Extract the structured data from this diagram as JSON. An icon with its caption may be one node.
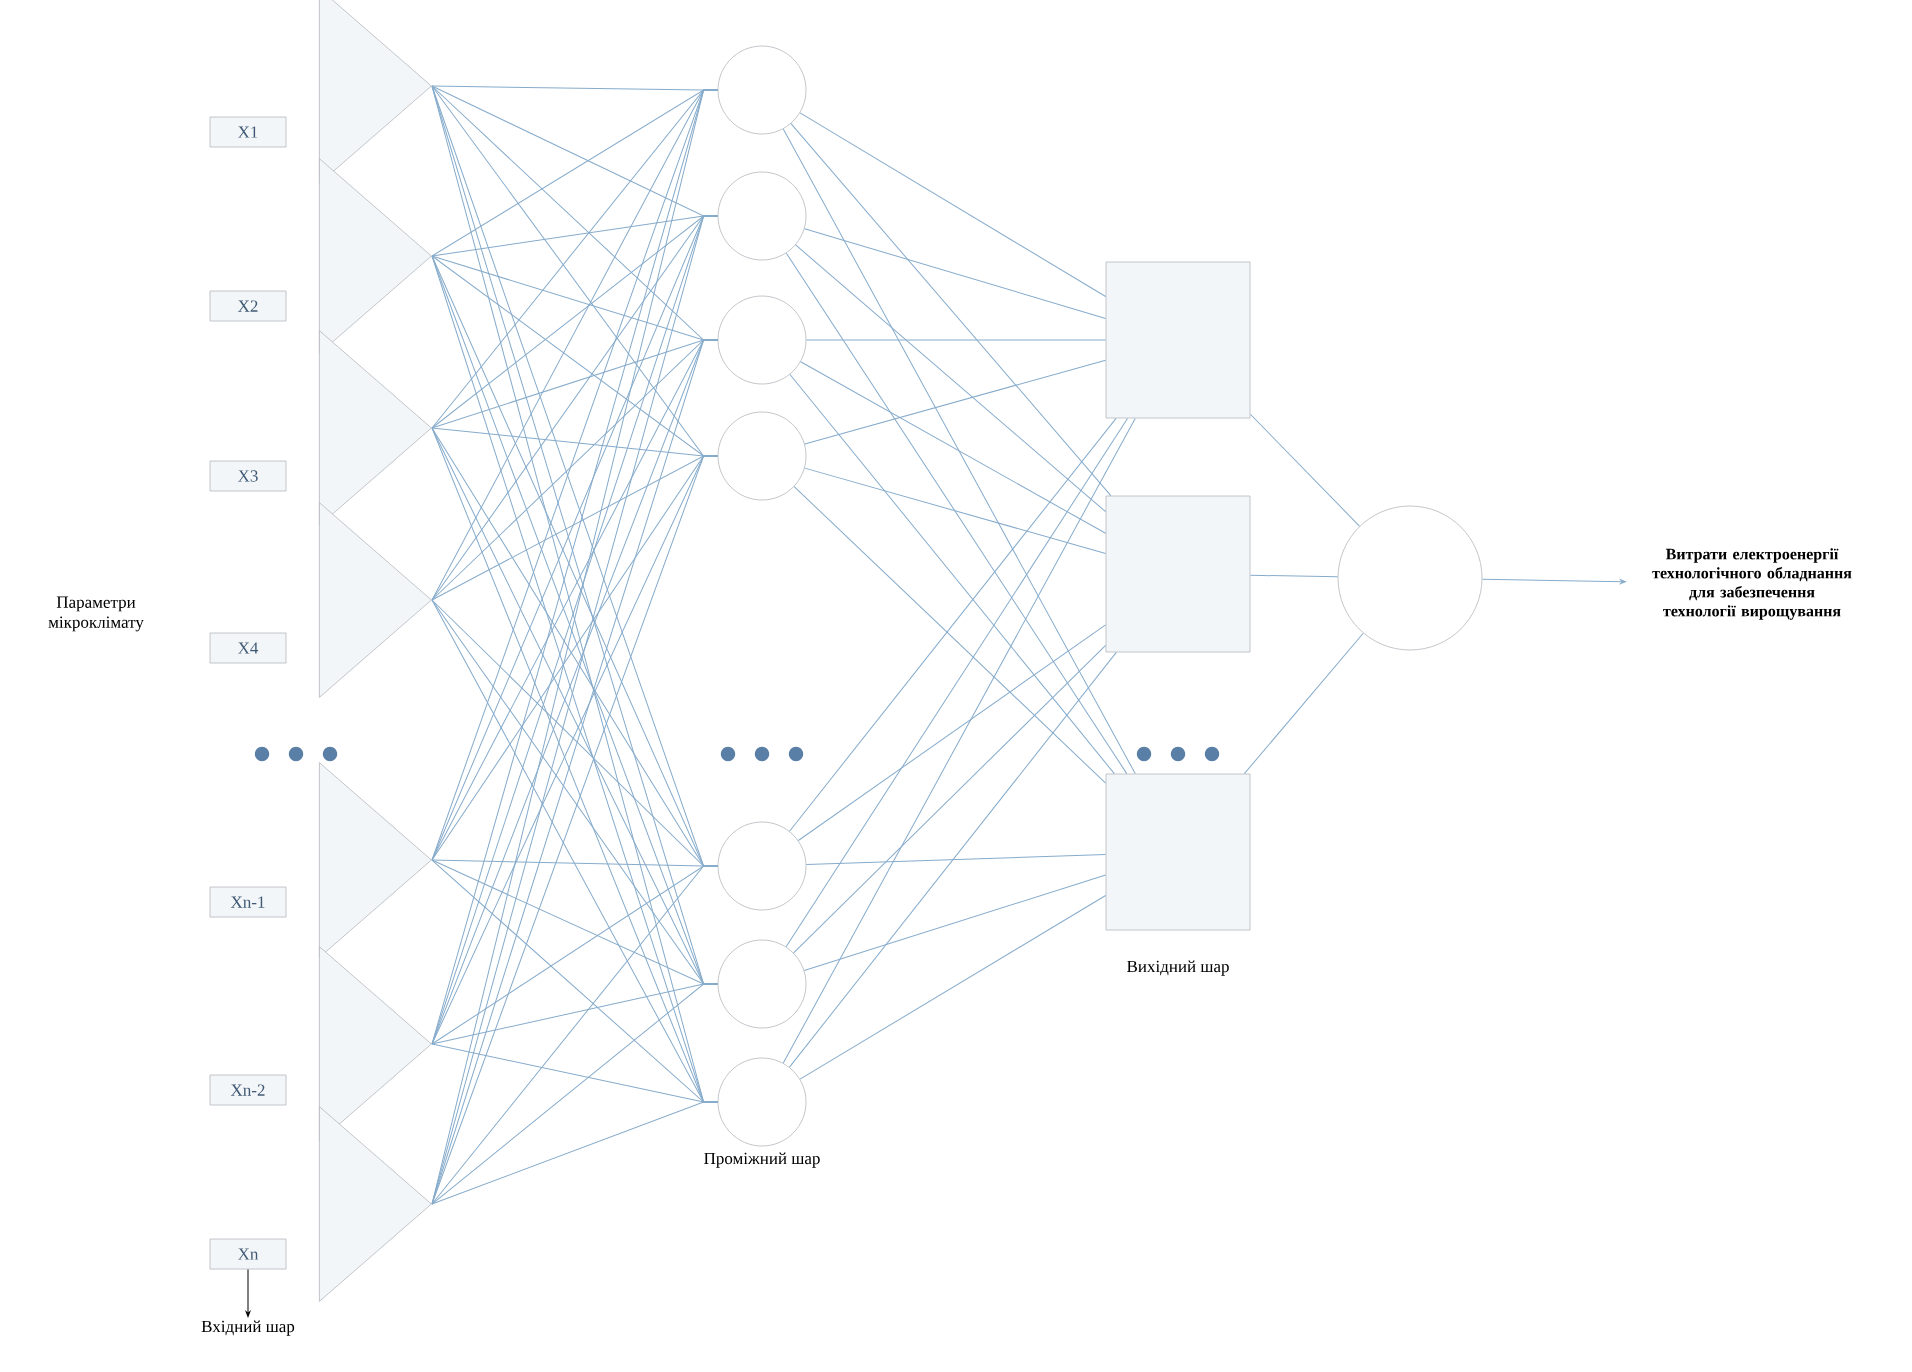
{
  "diagram": {
    "nodes": [
      {
        "text": [],
        "shape": "triangle"
      },
      {
        "text": [],
        "shape": "triangle"
      },
      {
        "text": [],
        "shape": "triangle"
      },
      {
        "text": [],
        "shape": "triangle"
      },
      {
        "text": [],
        "shape": "triangle"
      },
      {
        "text": [],
        "shape": "triangle"
      },
      {
        "text": [],
        "shape": "triangle"
      },
      {
        "text": [
          "X1"
        ]
      },
      {
        "text": [
          "X2"
        ]
      },
      {
        "text": [
          "X3"
        ]
      },
      {
        "text": [
          "X4"
        ]
      },
      {
        "text": [
          "Xn-1"
        ]
      },
      {
        "text": [
          "Xn-2"
        ]
      },
      {
        "text": [
          "Xn"
        ]
      },
      {
        "text": [],
        "shape": "circle"
      },
      {
        "text": [],
        "shape": "circle"
      },
      {
        "text": [],
        "shape": "circle"
      },
      {
        "text": [],
        "shape": "circle"
      },
      {
        "text": [],
        "shape": "circle"
      },
      {
        "text": [],
        "shape": "circle"
      },
      {
        "text": [],
        "shape": "circle"
      },
      {
        "text": [],
        "shape": "box"
      },
      {
        "text": [],
        "shape": "box"
      },
      {
        "text": [],
        "shape": "box"
      },
      {
        "text": [],
        "shape": "circle"
      },
      {
        "text": [
          "Витрати електроенергії технологічного обладнання для забезпечення технології вирощування"
        ]
      },
      {
        "text": [
          "Вхідний шар"
        ]
      }
    ],
    "edges": [
      {
        "from": 0,
        "to": 14,
        "arrow": "none"
      },
      {
        "from": 0,
        "to": 15,
        "arrow": "none"
      },
      {
        "from": 0,
        "to": 16,
        "arrow": "none"
      },
      {
        "from": 0,
        "to": 17,
        "arrow": "none"
      },
      {
        "from": 0,
        "to": 18,
        "arrow": "none"
      },
      {
        "from": 0,
        "to": 19,
        "arrow": "none"
      },
      {
        "from": 0,
        "to": 20,
        "arrow": "none"
      },
      {
        "from": 1,
        "to": 14,
        "arrow": "none"
      },
      {
        "from": 1,
        "to": 15,
        "arrow": "none"
      },
      {
        "from": 1,
        "to": 16,
        "arrow": "none"
      },
      {
        "from": 1,
        "to": 17,
        "arrow": "none"
      },
      {
        "from": 1,
        "to": 18,
        "arrow": "none"
      },
      {
        "from": 1,
        "to": 19,
        "arrow": "none"
      },
      {
        "from": 1,
        "to": 20,
        "arrow": "none"
      },
      {
        "from": 2,
        "to": 14,
        "arrow": "none"
      },
      {
        "from": 2,
        "to": 15,
        "arrow": "none"
      },
      {
        "from": 2,
        "to": 16,
        "arrow": "none"
      },
      {
        "from": 2,
        "to": 17,
        "arrow": "none"
      },
      {
        "from": 2,
        "to": 18,
        "arrow": "none"
      },
      {
        "from": 2,
        "to": 19,
        "arrow": "none"
      },
      {
        "from": 2,
        "to": 20,
        "arrow": "none"
      },
      {
        "from": 3,
        "to": 14,
        "arrow": "none"
      },
      {
        "from": 3,
        "to": 15,
        "arrow": "none"
      },
      {
        "from": 3,
        "to": 16,
        "arrow": "none"
      },
      {
        "from": 3,
        "to": 17,
        "arrow": "none"
      },
      {
        "from": 3,
        "to": 18,
        "arrow": "none"
      },
      {
        "from": 3,
        "to": 19,
        "arrow": "none"
      },
      {
        "from": 3,
        "to": 20,
        "arrow": "none"
      },
      {
        "from": 4,
        "to": 14,
        "arrow": "none"
      },
      {
        "from": 4,
        "to": 15,
        "arrow": "none"
      },
      {
        "from": 4,
        "to": 16,
        "arrow": "none"
      },
      {
        "from": 4,
        "to": 17,
        "arrow": "none"
      },
      {
        "from": 4,
        "to": 18,
        "arrow": "none"
      },
      {
        "from": 4,
        "to": 19,
        "arrow": "none"
      },
      {
        "from": 4,
        "to": 20,
        "arrow": "none"
      },
      {
        "from": 5,
        "to": 14,
        "arrow": "none"
      },
      {
        "from": 5,
        "to": 15,
        "arrow": "none"
      },
      {
        "from": 5,
        "to": 16,
        "arrow": "none"
      },
      {
        "from": 5,
        "to": 17,
        "arrow": "none"
      },
      {
        "from": 5,
        "to": 18,
        "arrow": "none"
      },
      {
        "from": 5,
        "to": 19,
        "arrow": "none"
      },
      {
        "from": 5,
        "to": 20,
        "arrow": "none"
      },
      {
        "from": 6,
        "to": 14,
        "arrow": "none"
      },
      {
        "from": 6,
        "to": 15,
        "arrow": "none"
      },
      {
        "from": 6,
        "to": 16,
        "arrow": "none"
      },
      {
        "from": 6,
        "to": 17,
        "arrow": "none"
      },
      {
        "from": 6,
        "to": 18,
        "arrow": "none"
      },
      {
        "from": 6,
        "to": 19,
        "arrow": "none"
      },
      {
        "from": 6,
        "to": 20,
        "arrow": "none"
      },
      {
        "from": 14,
        "to": 21,
        "arrow": "none"
      },
      {
        "from": 14,
        "to": 22,
        "arrow": "none"
      },
      {
        "from": 14,
        "to": 23,
        "arrow": "none"
      },
      {
        "from": 15,
        "to": 21,
        "arrow": "none"
      },
      {
        "from": 15,
        "to": 22,
        "arrow": "none"
      },
      {
        "from": 15,
        "to": 23,
        "arrow": "none"
      },
      {
        "from": 16,
        "to": 21,
        "arrow": "none"
      },
      {
        "from": 16,
        "to": 22,
        "arrow": "none"
      },
      {
        "from": 16,
        "to": 23,
        "arrow": "none"
      },
      {
        "from": 17,
        "to": 21,
        "arrow": "none"
      },
      {
        "from": 17,
        "to": 22,
        "arrow": "none"
      },
      {
        "from": 17,
        "to": 23,
        "arrow": "none"
      },
      {
        "from": 18,
        "to": 21,
        "arrow": "none"
      },
      {
        "from": 18,
        "to": 22,
        "arrow": "none"
      },
      {
        "from": 18,
        "to": 23,
        "arrow": "none"
      },
      {
        "from": 19,
        "to": 21,
        "arrow": "none"
      },
      {
        "from": 19,
        "to": 22,
        "arrow": "none"
      },
      {
        "from": 19,
        "to": 23,
        "arrow": "none"
      },
      {
        "from": 20,
        "to": 21,
        "arrow": "none"
      },
      {
        "from": 20,
        "to": 22,
        "arrow": "none"
      },
      {
        "from": 20,
        "to": 23,
        "arrow": "none"
      },
      {
        "from": 21,
        "to": 24,
        "arrow": "none"
      },
      {
        "from": 22,
        "to": 24,
        "arrow": "none"
      },
      {
        "from": 23,
        "to": 24,
        "arrow": "none"
      },
      {
        "from": 24,
        "to": 25,
        "arrow": "to"
      },
      {
        "from": 13,
        "to": 26,
        "arrow": "to",
        "color": "#000000"
      }
    ],
    "labels": [
      "Параметри мікроклімату",
      "Проміжний шар",
      "Вихідний шар"
    ]
  }
}
